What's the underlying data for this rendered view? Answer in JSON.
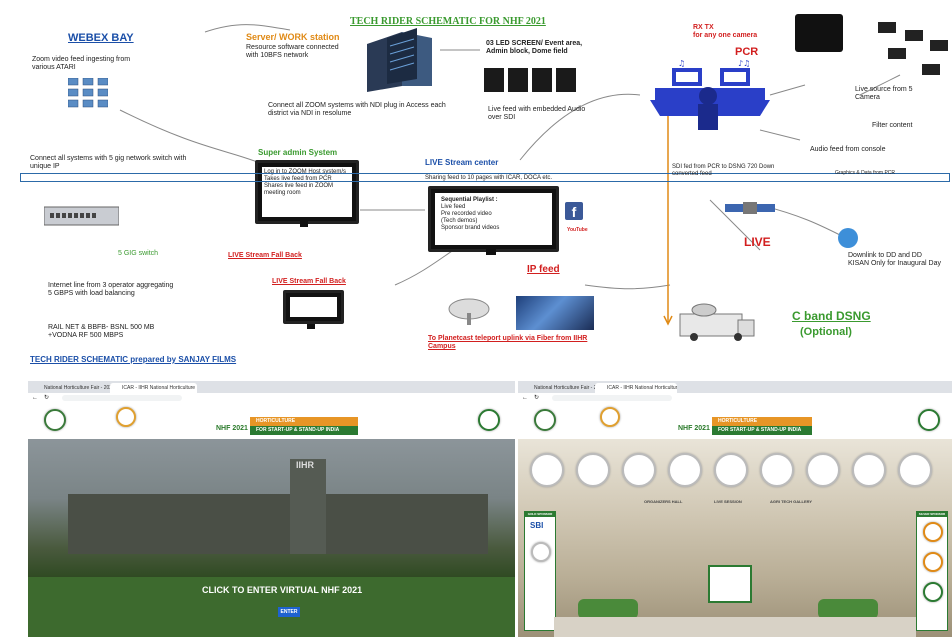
{
  "schematic": {
    "title": "TECH RIDER SCHEMATIC FOR NHF 2021",
    "webex_bay": "WEBEX BAY",
    "zoom_feed": "Zoom video feed ingesting from various ATARI",
    "server_title": "Server/ WORK station",
    "server_desc": "Resource software connected with 10BFS network",
    "led_screen": "03 LED SCREEN/ Event area, Admin block, Dome field",
    "live_feed_sdi": "Live feed with embedded Audio over SDI",
    "connect_zoom": "Connect all ZOOM systems with NDI plug in Access each district via NDI in resolume",
    "connect_switch": "Connect all systems with 5 gig network switch with unique IP",
    "super_admin": "Super admin System",
    "super_admin_desc": "Log in to ZOOM Host system/s Takes live feed from PCR Shares live feed in ZOOM meeting room",
    "live_stream_center": "LIVE Stream center",
    "stream_band": "Sharing feed to 10 pages with ICAR, DOCA etc.",
    "playlist_title": "Sequential Playlist :",
    "playlist_items": [
      "Live feed",
      "Pre recorded video",
      "(Tech demos)",
      "Sponsor brand videos"
    ],
    "switch_label": "5 GIG switch",
    "fallback_1": "LIVE Stream Fall Back",
    "fallback_2": "LIVE Stream Fall Back",
    "ip_feed": "IP feed",
    "internet_line": "Internet line from 3 operator aggregating 5 GBPS with load balancing",
    "isp_lines": "RAIL NET & BBFB- BSNL 500 MB +VODNA RF 500 MBPS",
    "planetcast": "To Planetcast teleport uplink via Fiber from IIHR Campus",
    "bottom_credit": "TECH RIDER SCHEMATIC prepared by SANJAY FILMS",
    "rx_tx": "RX TX",
    "rx_tx_sub": "for any one camera",
    "pcr": "PCR",
    "live_source": "Live source from 5 Camera",
    "filter_content": "Filter content",
    "audio_feed": "Audio feed from console",
    "sdi_fed": "SDI fed from PCR to DSNG 720 Down converted feed",
    "cut_text": "Graphics & Data from PCR",
    "live": "LIVE",
    "downlink": "Downlink to DD and DD KISAN Only for Inaugural Day",
    "c_band": "C band DSNG",
    "optional": "(Optional)",
    "youtube": "YouTube"
  },
  "browser_left": {
    "tab1": "National Horticulture Fair - 2021",
    "tab2": "ICAR - IIHR National Horticulture",
    "banner_line1": "HORTICULTURE",
    "banner_line2": "FOR START-UP & STAND-UP INDIA",
    "nhf_logo": "NHF 2021",
    "building_sign": "IIHR",
    "enter_text": "CLICK TO ENTER VIRTUAL NHF 2021",
    "enter_button": "ENTER"
  },
  "browser_right": {
    "tab1": "National Horticulture Fair - 2021",
    "tab2": "ICAR - IIHR National Horticulture",
    "banner_line1": "HORTICULTURE",
    "banner_line2": "FOR START-UP & STAND-UP INDIA",
    "nhf_logo": "NHF 2021",
    "sbi": "SBI",
    "gold_sponsor": "GOLD SPONSOR",
    "silver_sponsor": "SILVER SPONSOR",
    "hall_signs": [
      "ORGANIZERS HALL",
      "LIVE SESSION",
      "AGRI TECH GALLERY"
    ]
  },
  "colors": {
    "title_green": "#3a9a2f",
    "webex_blue": "#1b4fa8",
    "alert_red": "#d21f1f",
    "server_orange": "#e08a16",
    "pcr_blue": "#2a3fc8",
    "band_blue": "#2c6aa8"
  }
}
